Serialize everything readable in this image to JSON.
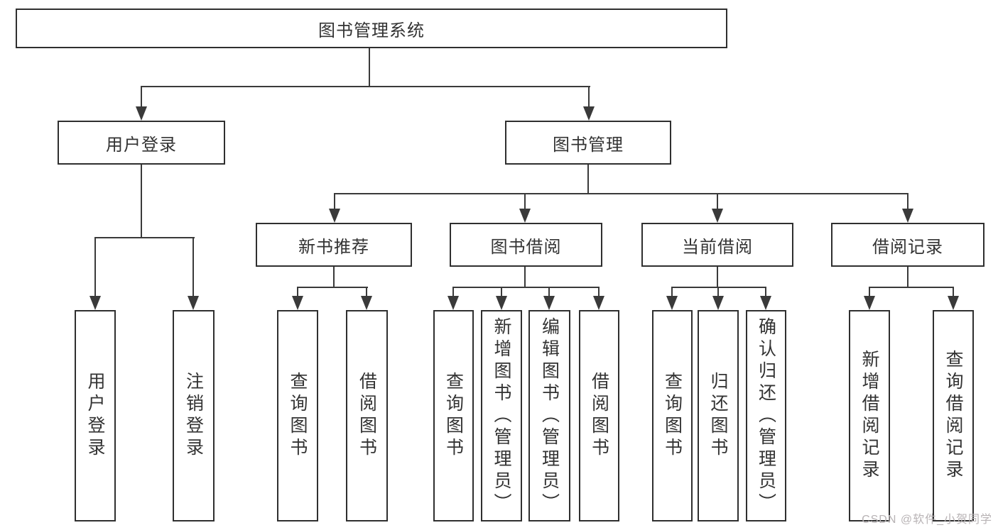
{
  "tree": {
    "label": "图书管理系统",
    "children": [
      {
        "label": "用户登录",
        "children": [
          {
            "label": "用户登录"
          },
          {
            "label": "注销登录"
          }
        ]
      },
      {
        "label": "图书管理",
        "children": [
          {
            "label": "新书推荐",
            "children": [
              {
                "label": "查询图书"
              },
              {
                "label": "借阅图书"
              }
            ]
          },
          {
            "label": "图书借阅",
            "children": [
              {
                "label": "查询图书"
              },
              {
                "label": "新增图书（管理员）"
              },
              {
                "label": "编辑图书（管理员）"
              },
              {
                "label": "借阅图书"
              }
            ]
          },
          {
            "label": "当前借阅",
            "children": [
              {
                "label": "查询图书"
              },
              {
                "label": "归还图书"
              },
              {
                "label": "确认归还（管理员）"
              }
            ]
          },
          {
            "label": "借阅记录",
            "children": [
              {
                "label": "新增借阅记录"
              },
              {
                "label": "查询借阅记录"
              }
            ]
          }
        ]
      }
    ]
  },
  "colors": {
    "line": "#3a3a3a",
    "border": "#2f2f2f",
    "text": "#333333",
    "watermark": "#b8b3b5",
    "background": "#ffffff"
  },
  "watermark": "CSDN @软件_小贺同学"
}
